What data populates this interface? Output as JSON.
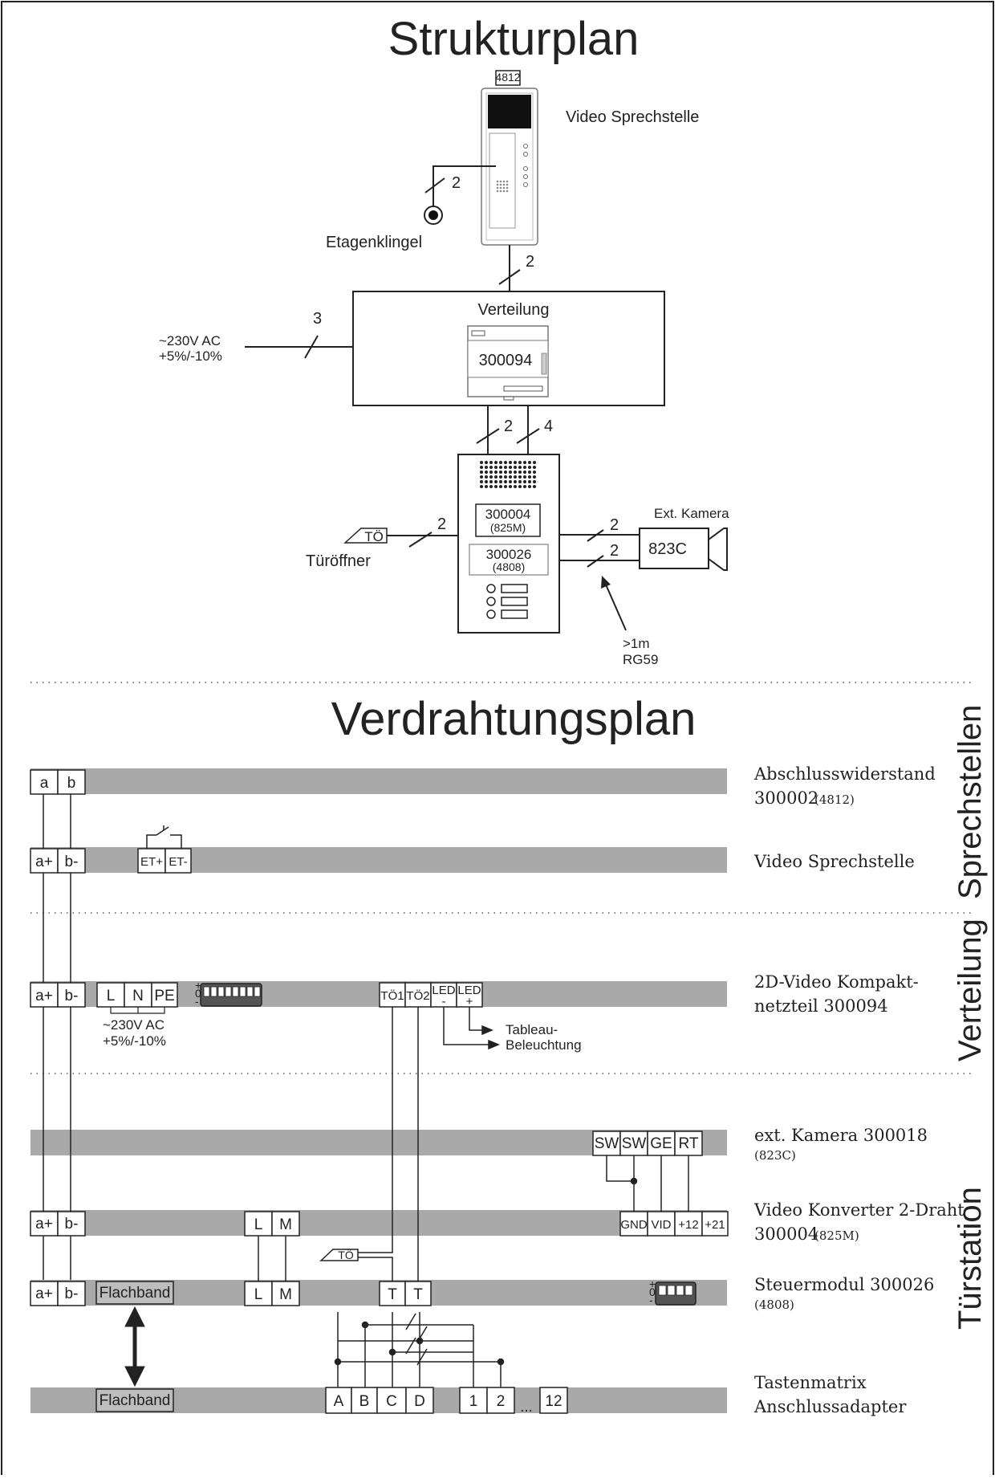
{
  "structure": {
    "title": "Strukturplan",
    "intercom_model": "4812",
    "intercom_label": "Video Sprechstelle",
    "floor_bell_label": "Etagenklingel",
    "mains_voltage": "~230V AC",
    "mains_tolerance": "+5%/-10%",
    "distribution_label": "Verteilung",
    "psu_number": "300094",
    "door_opener_symbol": "TÖ",
    "door_opener_label": "Türöffner",
    "module_1_number": "300004",
    "module_1_model": "(825M)",
    "module_2_number": "300026",
    "module_2_model": "(4808)",
    "camera_label": "Ext. Kamera",
    "camera_model": "823C",
    "cable_length": ">1m",
    "cable_type": "RG59",
    "wires": {
      "bell": "2",
      "intercom_to_dist": "2",
      "mains": "3",
      "dist_to_door_a": "2",
      "dist_to_door_b": "4",
      "door_opener": "2",
      "camera_a": "2",
      "camera_b": "2"
    }
  },
  "wiring": {
    "title": "Verdrahtungsplan",
    "sections": {
      "sprechstellen": "Sprechstellen",
      "verteilung": "Verteilung",
      "tuerstation": "Türstation"
    },
    "rows": {
      "end_resistor": {
        "line1": "Abschlusswiderstand",
        "line2": "300002",
        "line2_small": "(4812)",
        "terms": [
          "a",
          "b"
        ]
      },
      "video_station": {
        "line1": "Video Sprechstelle",
        "terms": [
          "a+",
          "b-",
          "ET+",
          "ET-"
        ]
      },
      "psu": {
        "line1": "2D-Video  Kompakt-",
        "line2": "netzteil 300094",
        "terms": [
          "a+",
          "b-",
          "L",
          "N",
          "PE",
          "TÖ1",
          "TÖ2",
          "LED",
          "-",
          "LED",
          "+"
        ],
        "mains_voltage": "~230V AC",
        "mains_tolerance": "+5%/-10%",
        "tableau_1": "Tableau-",
        "tableau_2": "Beleuchtung"
      },
      "ext_camera": {
        "line1": "ext. Kamera 300018",
        "line2_small": "(823C)",
        "terms": [
          "SW",
          "SW",
          "GE",
          "RT"
        ]
      },
      "video_converter": {
        "line1": "Video Konverter 2-Draht",
        "line2": "300004",
        "line2_small": "(825M)",
        "terms": [
          "a+",
          "b-",
          "L",
          "M",
          "GND",
          "VID",
          "+12",
          "+21"
        ],
        "door_opener_symbol": "TÖ"
      },
      "control_module": {
        "line1": "Steuermodul 300026",
        "line2_small": "(4808)",
        "terms": [
          "a+",
          "b-",
          "Flachband",
          "L",
          "M",
          "T",
          "T"
        ]
      },
      "key_matrix": {
        "line1": "Tastenmatrix",
        "line2": "Anschlussadapter",
        "terms": [
          "Flachband",
          "A",
          "B",
          "C",
          "D",
          "1",
          "2",
          "...",
          "12"
        ]
      }
    }
  }
}
